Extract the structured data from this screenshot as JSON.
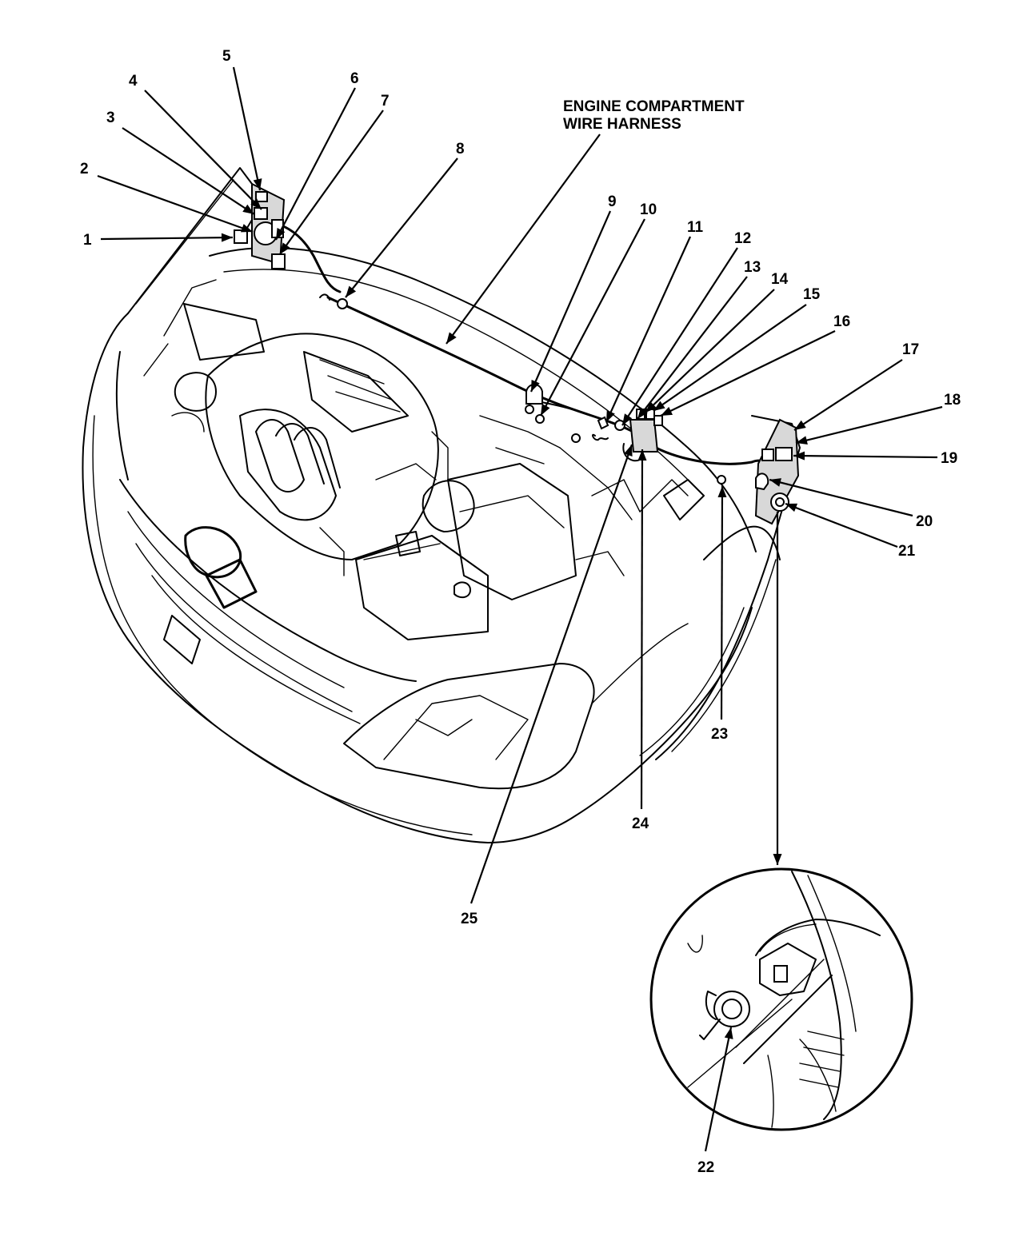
{
  "diagram": {
    "title_lines": [
      "ENGINE COMPARTMENT",
      "WIRE HARNESS"
    ],
    "callouts": [
      "1",
      "2",
      "3",
      "4",
      "5",
      "6",
      "7",
      "8",
      "9",
      "10",
      "11",
      "12",
      "13",
      "14",
      "15",
      "16",
      "17",
      "18",
      "19",
      "20",
      "21",
      "22",
      "23",
      "24",
      "25"
    ]
  }
}
